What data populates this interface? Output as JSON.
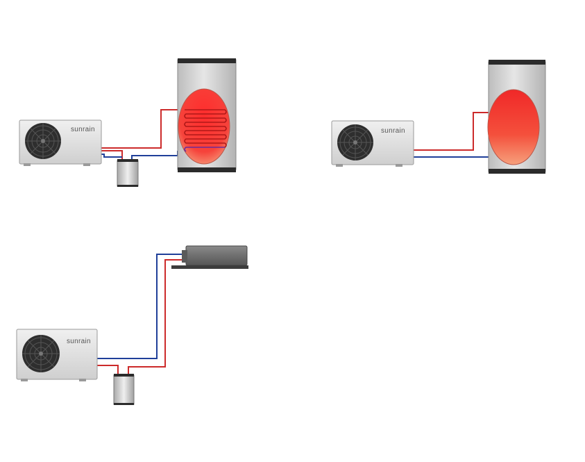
{
  "units": {
    "brand_label": "sunrain"
  },
  "colors": {
    "hot_pipe": "#cc2a2a",
    "cold_pipe": "#1f3f99",
    "unit_body": "#e2e2e2",
    "tank_body": "#c9c9c9",
    "tank_cap": "#2b2b2b",
    "fan": "#2e2e2e",
    "fancoil_body": "#6f6f6f"
  },
  "systems": [
    {
      "name": "heat-pump-with-coil-tank",
      "has_buffer": true,
      "has_coil": true
    },
    {
      "name": "heat-pump-with-direct-tank",
      "has_buffer": false,
      "has_coil": false
    },
    {
      "name": "heat-pump-with-fan-coil",
      "has_buffer": true,
      "has_coil": false
    }
  ]
}
